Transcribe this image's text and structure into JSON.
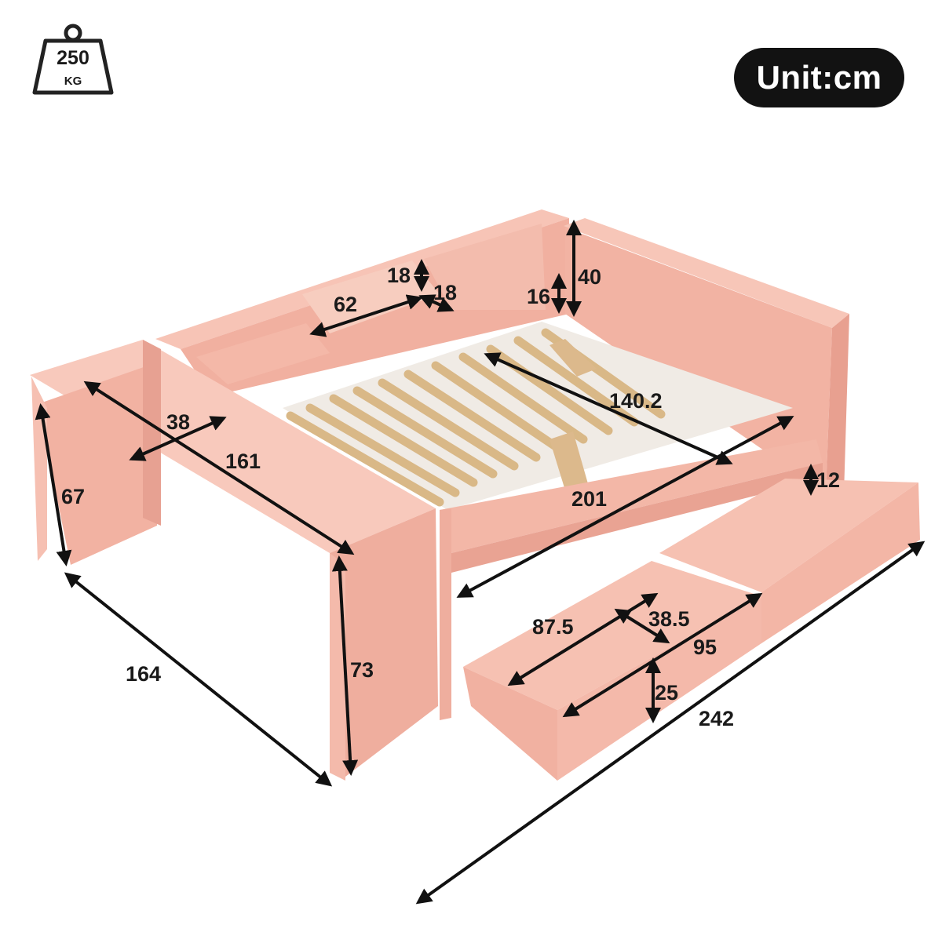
{
  "weight_badge": {
    "value": "250",
    "unit": "KG",
    "icon": "weight-icon"
  },
  "unit_label": "Unit:cm",
  "colors": {
    "frame": "#f4b7a8",
    "frame_shade": "#e9a394",
    "slat": "#e3c39a",
    "slat_edge": "#c9a57a",
    "arrow": "#111111"
  },
  "dimensions": {
    "shelf_height_outer": "18",
    "shelf_height_inner": "18",
    "shelf_width": "62",
    "shelf_depth": "16",
    "headboard_height": "40",
    "mattress_width": "140.2",
    "desk_depth": "38",
    "desk_length": "161",
    "desk_height": "67",
    "mattress_length": "201",
    "drawer_height": "12",
    "overall_width": "164",
    "overall_height": "73",
    "drawer_inner_length": "87.5",
    "drawer_inner_width": "38.5",
    "drawer_outer_length": "95",
    "drawer_depth": "25",
    "overall_length": "242"
  }
}
